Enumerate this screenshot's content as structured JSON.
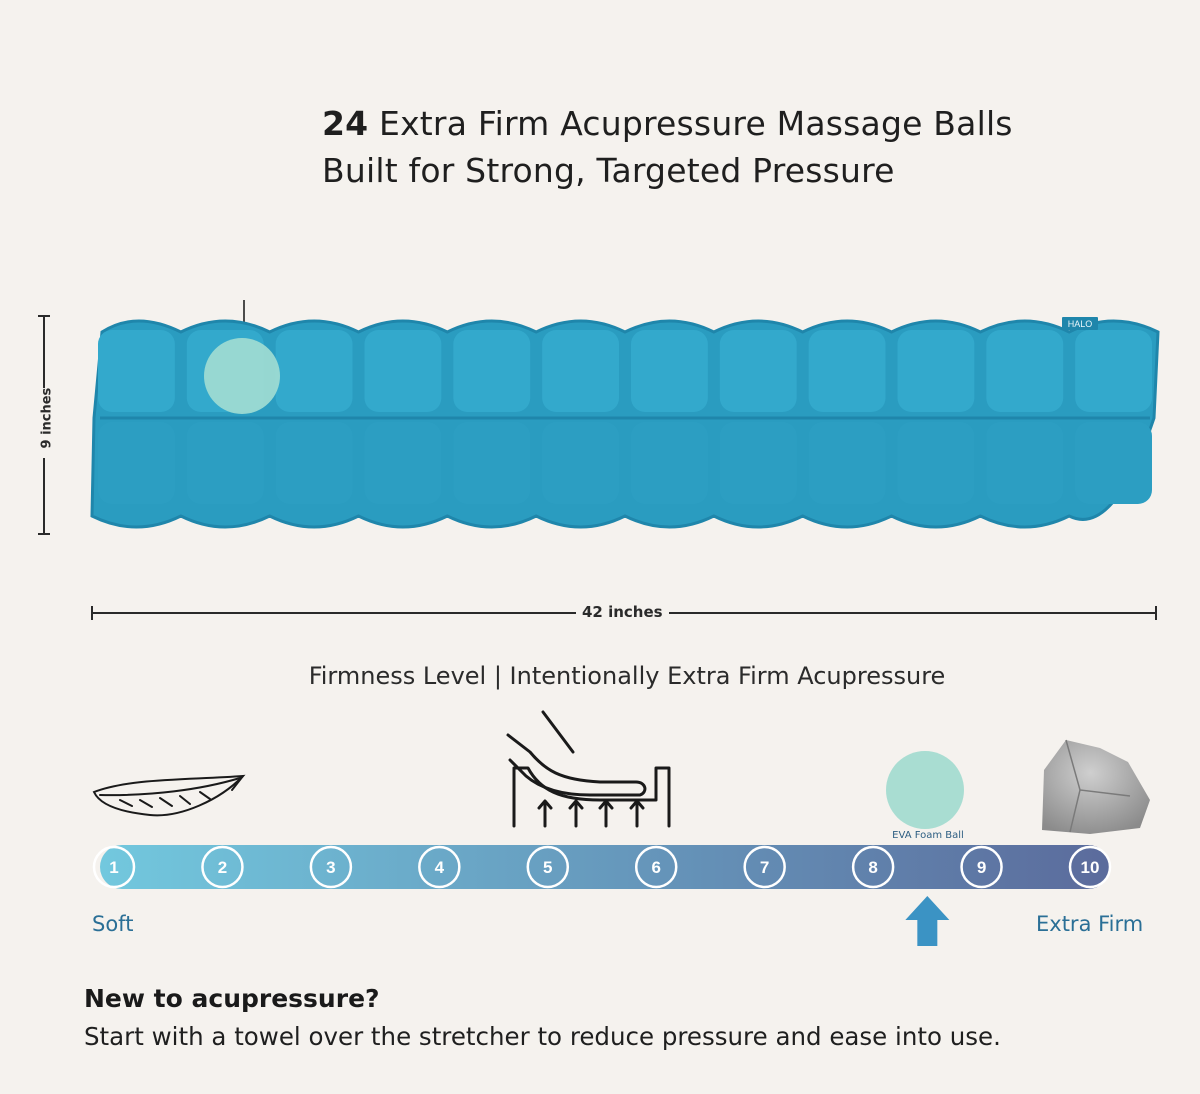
{
  "headline": {
    "count": "24",
    "line1_rest": " Extra Firm Acupressure Massage Balls",
    "line2": "Built for Strong, Targeted Pressure"
  },
  "product": {
    "brand_tag": "HALO",
    "ball_count": 24,
    "mat_color": "#2fa3c6",
    "ball_color": "#9fdcd2"
  },
  "dimensions": {
    "height_label": "9 inches",
    "width_label": "42 inches"
  },
  "firmness": {
    "title": "Firmness Level | Intentionally Extra Firm Acupressure",
    "levels": [
      "1",
      "2",
      "3",
      "4",
      "5",
      "6",
      "7",
      "8",
      "9",
      "10"
    ],
    "soft_label": "Soft",
    "firm_label": "Extra Firm",
    "eva_label": "EVA Foam Ball",
    "product_level": 8.5,
    "gradient_start": "#72c8de",
    "gradient_end": "#5b6b9c",
    "arrow_color": "#3b93c4",
    "icons": [
      "feather-icon",
      "foot-on-mattress-icon",
      "eva-foam-ball-icon",
      "rock-icon"
    ]
  },
  "tip": {
    "title": "New to acupressure?",
    "body": "Start with a towel over the stretcher to reduce pressure and ease into use."
  }
}
